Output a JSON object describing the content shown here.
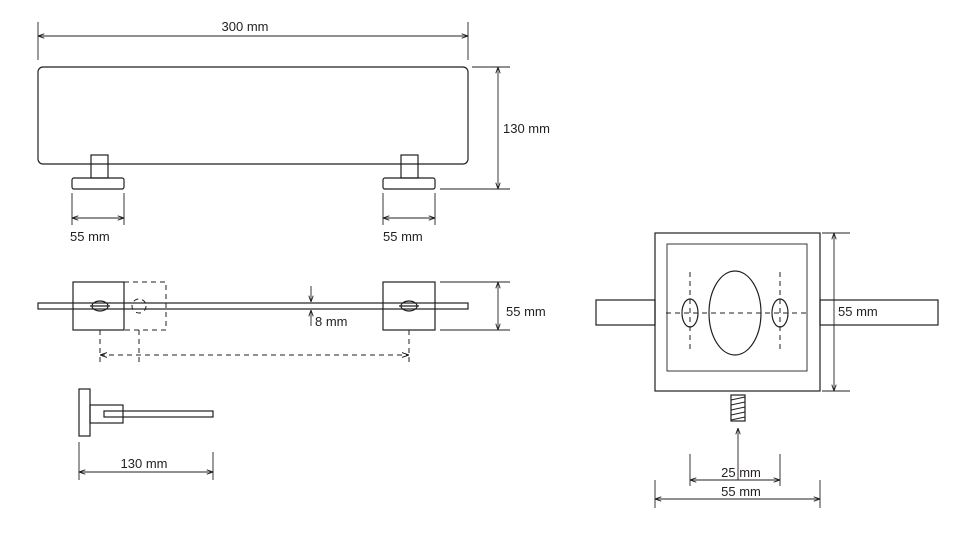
{
  "dimensions": {
    "top_width": "300 mm",
    "top_height": "130 mm",
    "left_bracket_width": "55 mm",
    "right_bracket_width": "55 mm",
    "plan_depth": "55 mm",
    "glass_thickness": "8 mm",
    "side_depth": "130 mm",
    "detail_height": "55 mm",
    "detail_hole_spacing": "25 mm",
    "detail_width": "55 mm"
  },
  "colors": {
    "line": "#231f20",
    "background": "#ffffff"
  }
}
